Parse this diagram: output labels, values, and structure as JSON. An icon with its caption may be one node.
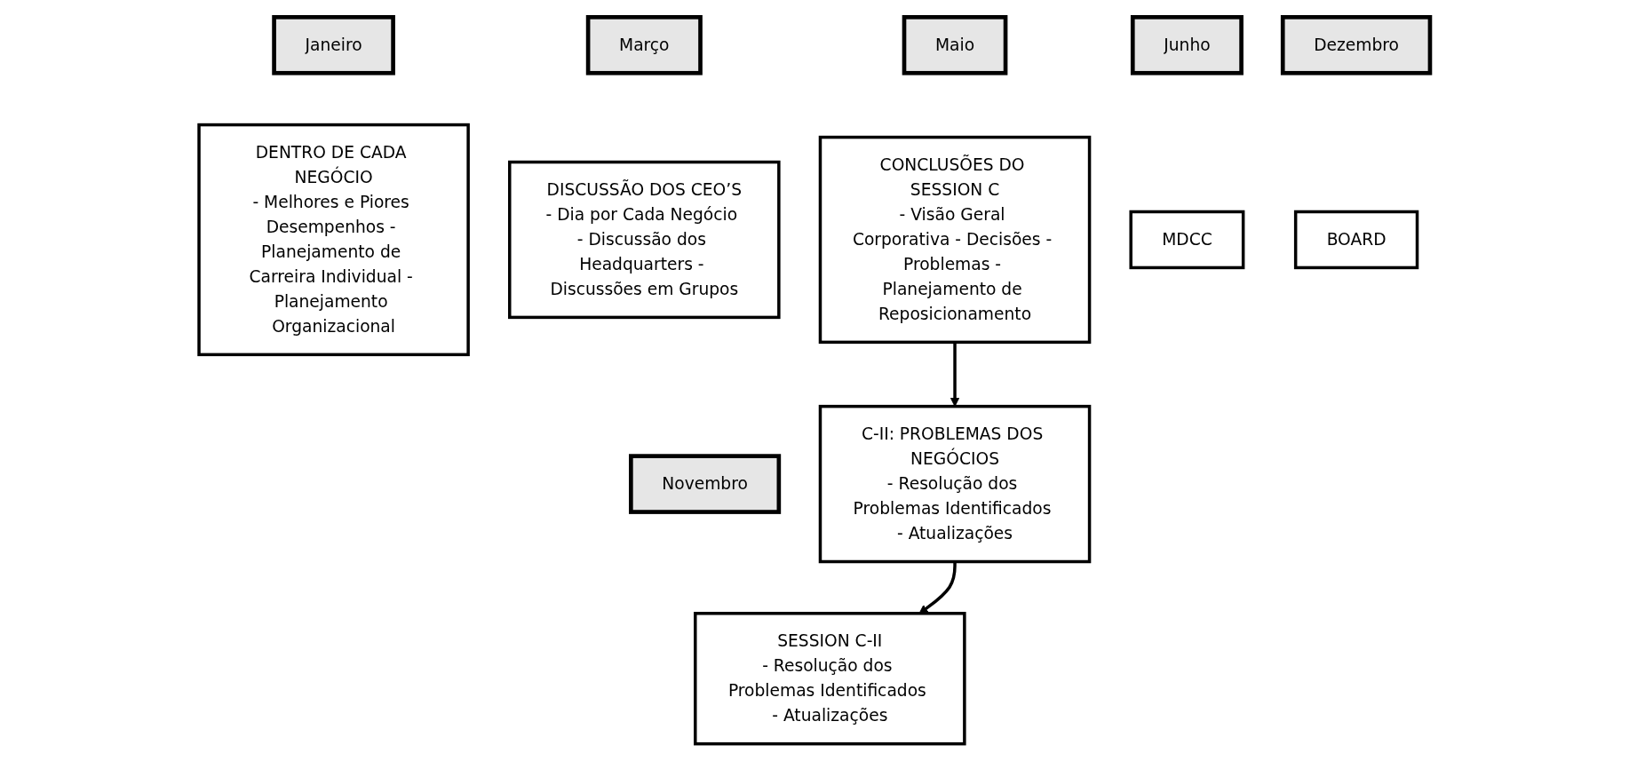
{
  "diagram": {
    "nodes": [
      {
        "text": [
          "Janeiro"
        ]
      },
      {
        "text": [
          "Março"
        ]
      },
      {
        "text": [
          "Maio"
        ]
      },
      {
        "text": [
          "Junho"
        ]
      },
      {
        "text": [
          "Novembro"
        ]
      },
      {
        "text": [
          "Dezembro"
        ]
      },
      {
        "text": [
          "DENTRO DE CADA NEGÓCIO",
          "- Melhores e Piores Desempenhos - Planejamento de Carreira Individual - Planejamento Organizacional"
        ]
      },
      {
        "text": [
          "DISCUSSÃO DOS CEO’S",
          "- Dia por Cada Negócio - Discussão dos Headquarters - Discussões em Grupos"
        ]
      },
      {
        "text": [
          "CONCLUSÕES DO SESSION C",
          "- Visão Geral Corporativa - Decisões - Problemas - Planejamento de Reposicionamento"
        ]
      },
      {
        "text": [
          "MDCC"
        ]
      },
      {
        "text": [
          "SESSION C-II",
          "- Resolução dos Problemas Identificados - Atualizações"
        ]
      },
      {
        "text": [
          "BOARD"
        ]
      },
      {
        "text": [
          "C-II: PROBLEMAS DOS NEGÓCIOS",
          "- Resolução dos Problemas Identificados - Atualizações"
        ]
      }
    ],
    "edges": [
      {
        "from": 8,
        "to": 12,
        "arrow": "to"
      },
      {
        "from": 12,
        "to": 10,
        "arrow": "to"
      }
    ]
  }
}
